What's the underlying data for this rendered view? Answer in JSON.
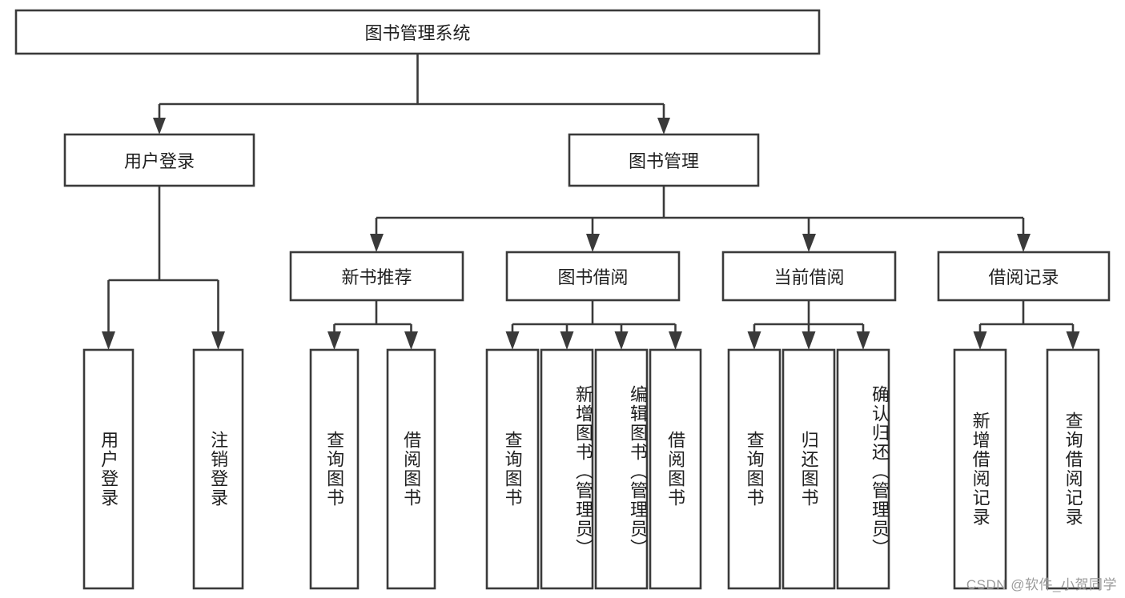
{
  "diagram": {
    "title": "图书管理系统",
    "type": "tree",
    "orientation": "top-down",
    "colors": {
      "box_stroke": "#3a3a3a",
      "box_fill": "#ffffff",
      "connector": "#3a3a3a",
      "text": "#1f1f1f",
      "background": "#ffffff",
      "watermark": "#9b9b9b"
    },
    "root": {
      "label": "图书管理系统"
    },
    "level1": [
      {
        "label": "用户登录"
      },
      {
        "label": "图书管理"
      }
    ],
    "level2": [
      {
        "label": "新书推荐"
      },
      {
        "label": "图书借阅"
      },
      {
        "label": "当前借阅"
      },
      {
        "label": "借阅记录"
      }
    ],
    "leaves": {
      "user_login": [
        {
          "label": "用户登录"
        },
        {
          "label": "注销登录"
        }
      ],
      "new_book_recommend": [
        {
          "label": "查询图书"
        },
        {
          "label": "借阅图书"
        }
      ],
      "book_borrow": [
        {
          "label": "查询图书"
        },
        {
          "label": "新增图书（管理员）"
        },
        {
          "label": "编辑图书（管理员）"
        },
        {
          "label": "借阅图书"
        }
      ],
      "current_borrow": [
        {
          "label": "查询图书"
        },
        {
          "label": "归还图书"
        },
        {
          "label": "确认归还（管理员）"
        }
      ],
      "borrow_record": [
        {
          "label": "新增借阅记录"
        },
        {
          "label": "查询借阅记录"
        }
      ]
    }
  },
  "watermark": {
    "text": "CSDN @软件_小贺同学"
  }
}
